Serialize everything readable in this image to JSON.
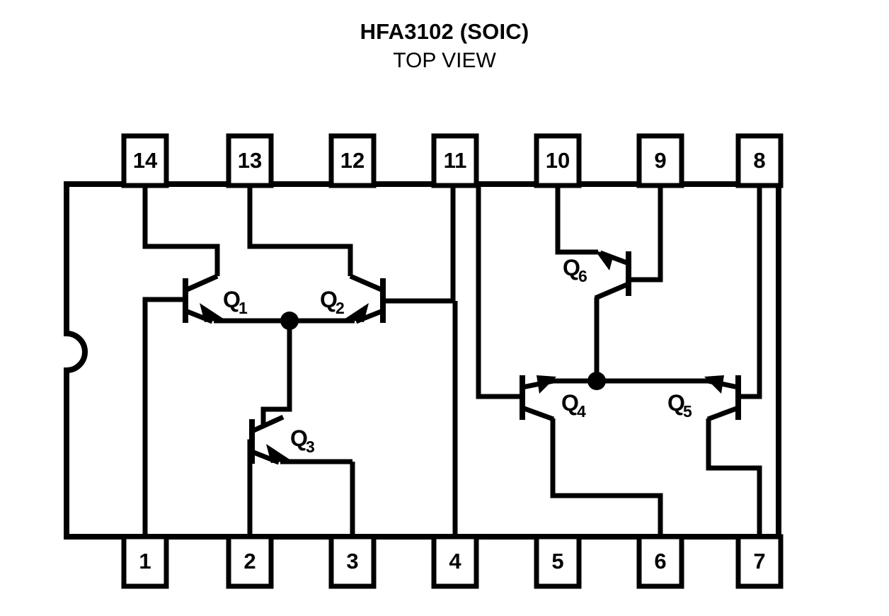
{
  "title": {
    "part_number": "HFA3102 (SOIC)",
    "view": "TOP VIEW"
  },
  "package": {
    "type": "SOIC",
    "pin_count": 14,
    "notch": "semicircular-key-left"
  },
  "pins_top": [
    {
      "number": "14"
    },
    {
      "number": "13"
    },
    {
      "number": "12"
    },
    {
      "number": "11"
    },
    {
      "number": "10"
    },
    {
      "number": "9"
    },
    {
      "number": "8"
    }
  ],
  "pins_bottom": [
    {
      "number": "1"
    },
    {
      "number": "2"
    },
    {
      "number": "3"
    },
    {
      "number": "4"
    },
    {
      "number": "5"
    },
    {
      "number": "6"
    },
    {
      "number": "7"
    }
  ],
  "transistors": [
    {
      "id": "Q1",
      "letter": "Q",
      "index": "1"
    },
    {
      "id": "Q2",
      "letter": "Q",
      "index": "2"
    },
    {
      "id": "Q3",
      "letter": "Q",
      "index": "3"
    },
    {
      "id": "Q4",
      "letter": "Q",
      "index": "4"
    },
    {
      "id": "Q5",
      "letter": "Q",
      "index": "5"
    },
    {
      "id": "Q6",
      "letter": "Q",
      "index": "6"
    }
  ],
  "colors": {
    "ink": "#000000",
    "background": "#ffffff"
  }
}
